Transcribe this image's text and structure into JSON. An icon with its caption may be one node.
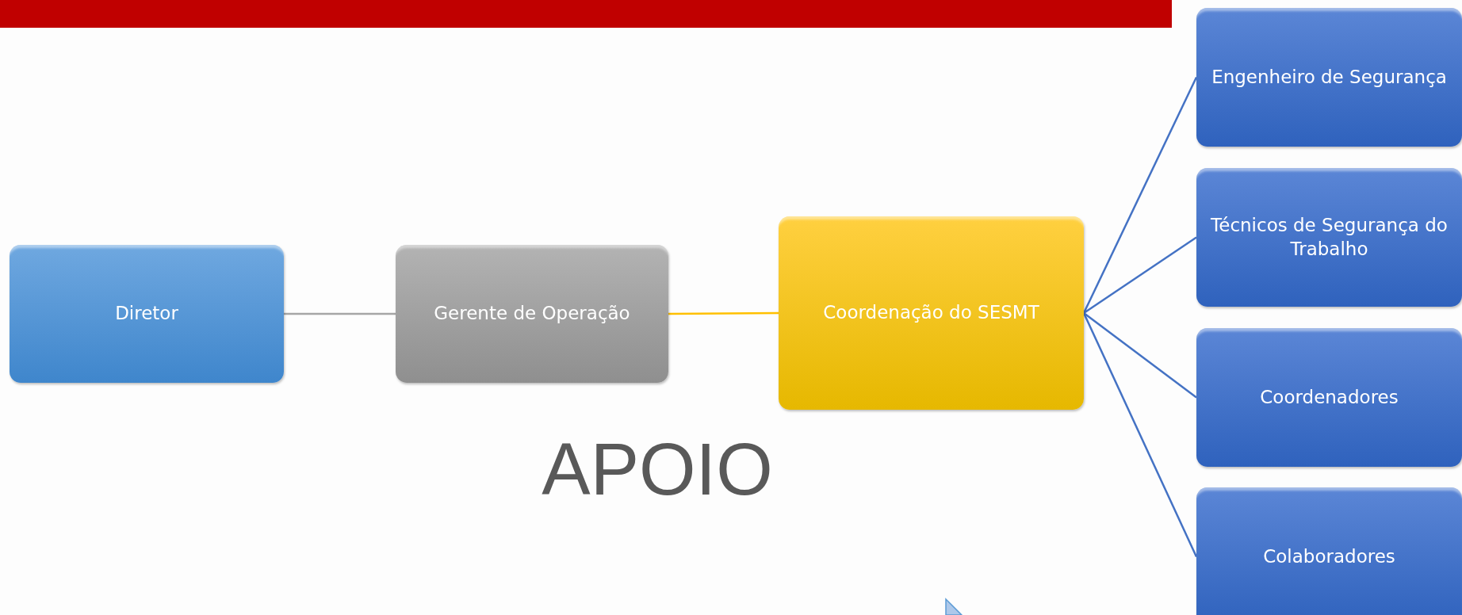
{
  "diagram": {
    "nodes": [
      {
        "text": [
          "Diretor"
        ]
      },
      {
        "text": [
          "Gerente de Operação"
        ]
      },
      {
        "text": [
          "Coordenação do SESMT"
        ]
      },
      {
        "text": [
          "Engenheiro de Segurança"
        ]
      },
      {
        "text": [
          "Técnicos de Segurança do Trabalho"
        ]
      },
      {
        "text": [
          "Coordenadores"
        ]
      },
      {
        "text": [
          "Colaboradores"
        ]
      },
      {
        "text": [],
        "shape": "bar"
      }
    ],
    "edges": [
      {
        "from": 0,
        "to": 1,
        "arrow": "none",
        "color": "#a6a6a6"
      },
      {
        "from": 1,
        "to": 2,
        "arrow": "none",
        "color": "#ffc000"
      },
      {
        "from": 2,
        "to": 3,
        "arrow": "none"
      },
      {
        "from": 2,
        "to": 4,
        "arrow": "none"
      },
      {
        "from": 2,
        "to": 5,
        "arrow": "none"
      },
      {
        "from": 2,
        "to": 6,
        "arrow": "none"
      }
    ],
    "labels": [
      "APOIO"
    ]
  }
}
